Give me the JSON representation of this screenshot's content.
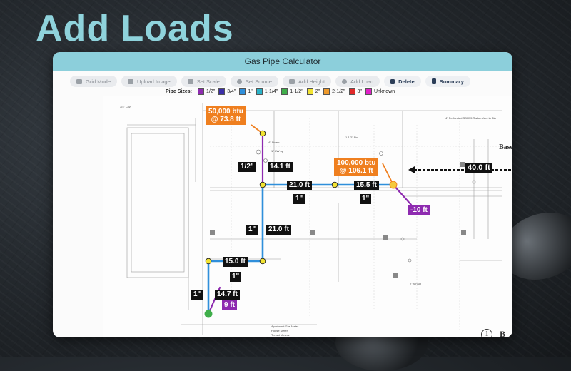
{
  "hero": {
    "title": "Add Loads"
  },
  "window": {
    "title": "Gas Pipe Calculator"
  },
  "toolbar": {
    "buttons": [
      {
        "label": "Grid Mode",
        "icon": "grid-icon",
        "active": false
      },
      {
        "label": "Upload Image",
        "icon": "image-icon",
        "active": false
      },
      {
        "label": "Set Scale",
        "icon": "ruler-icon",
        "active": false
      },
      {
        "label": "Set Source",
        "icon": "pin-icon",
        "active": false
      },
      {
        "label": "Add Height",
        "icon": "arrow-icon",
        "active": false
      },
      {
        "label": "Add Load",
        "icon": "flame-icon",
        "active": false
      },
      {
        "label": "Delete",
        "icon": "trash-icon",
        "active": true
      },
      {
        "label": "Summary",
        "icon": "document-icon",
        "active": true
      }
    ]
  },
  "legend": {
    "title": "Pipe Sizes:",
    "items": [
      {
        "label": "1/2\"",
        "color": "#8e2bb0"
      },
      {
        "label": "3/4\"",
        "color": "#3b2fa8"
      },
      {
        "label": "1\"",
        "color": "#2f8fdb"
      },
      {
        "label": "1-1/4\"",
        "color": "#2ab3c9"
      },
      {
        "label": "1-1/2\"",
        "color": "#3fae4a"
      },
      {
        "label": "2\"",
        "color": "#f2e332"
      },
      {
        "label": "2-1/2\"",
        "color": "#ef9a2b"
      },
      {
        "label": "3\"",
        "color": "#e02a2a"
      },
      {
        "label": "Unknown",
        "color": "#e020c8"
      }
    ]
  },
  "labels": {
    "load1_btu": "50,000 btu",
    "load1_dist": "@ 73.8 ft",
    "load2_btu": "100,000 btu",
    "load2_dist": "@ 106.1 ft",
    "seg_half": "1/2\"",
    "seg_14_1": "14.1 ft",
    "seg_21_0a": "21.0 ft",
    "seg_15_5": "15.5 ft",
    "seg_1a": "1\"",
    "seg_1b": "1\"",
    "seg_1c": "1\"",
    "seg_21_0b": "21.0 ft",
    "seg_15_0": "15.0 ft",
    "seg_1d": "1\"",
    "seg_1e": "1\"",
    "seg_14_7": "14.7 ft",
    "seg_9": "9 ft",
    "seg_neg10": "-10 ft",
    "height_40": "40.0 ft"
  },
  "plan_text": {
    "t1": "3/4\" CW",
    "t2": "Basem",
    "t3": "4\" Storm",
    "t4": "1\" CW up",
    "t5": "1-1/2\" Sin",
    "t6": "4\" Perforated SDR35 Radon Vent in Sla",
    "t7": "2\" Sin up",
    "t8": "Apartment Gas Meter",
    "t9": "House Meter",
    "t10": "Tenant Meters",
    "t11": "1",
    "t12": "B"
  },
  "colors": {
    "accent": "#8fd3dc",
    "titlebar": "#8ccfdb",
    "pipe_1in": "#2f8fdb",
    "pipe_half": "#8e2bb0",
    "load": "#ef7f1f"
  }
}
